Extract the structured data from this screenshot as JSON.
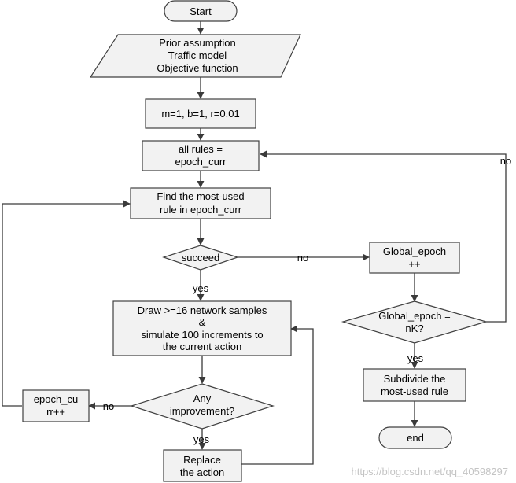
{
  "nodes": {
    "start": "Start",
    "prior": [
      "Prior assumption",
      "Traffic model",
      "Objective function"
    ],
    "init": "m=1, b=1, r=0.01",
    "all_rules": [
      "all rules =",
      "epoch_curr"
    ],
    "find": [
      "Find the most-used",
      "rule in epoch_curr"
    ],
    "succeed": "succeed",
    "global_epoch_inc": [
      "Global_epoch",
      "++"
    ],
    "global_epoch_check": [
      "Global_epoch =",
      "nK?"
    ],
    "draw": [
      "Draw >=16 network samples",
      "&",
      "simulate 100 increments to",
      "the current action"
    ],
    "epoch_inc": [
      "epoch_cu",
      "rr++"
    ],
    "improvement": [
      "Any",
      "improvement?"
    ],
    "subdivide": [
      "Subdivide the",
      "most-used rule"
    ],
    "replace": [
      "Replace",
      "the action"
    ],
    "end": "end"
  },
  "edge_labels": {
    "succeed_no": "no",
    "succeed_yes": "yes",
    "global_yes": "yes",
    "global_no": "no",
    "improvement_no": "no",
    "improvement_yes": "yes"
  },
  "watermark": "https://blog.csdn.net/qq_40598297"
}
